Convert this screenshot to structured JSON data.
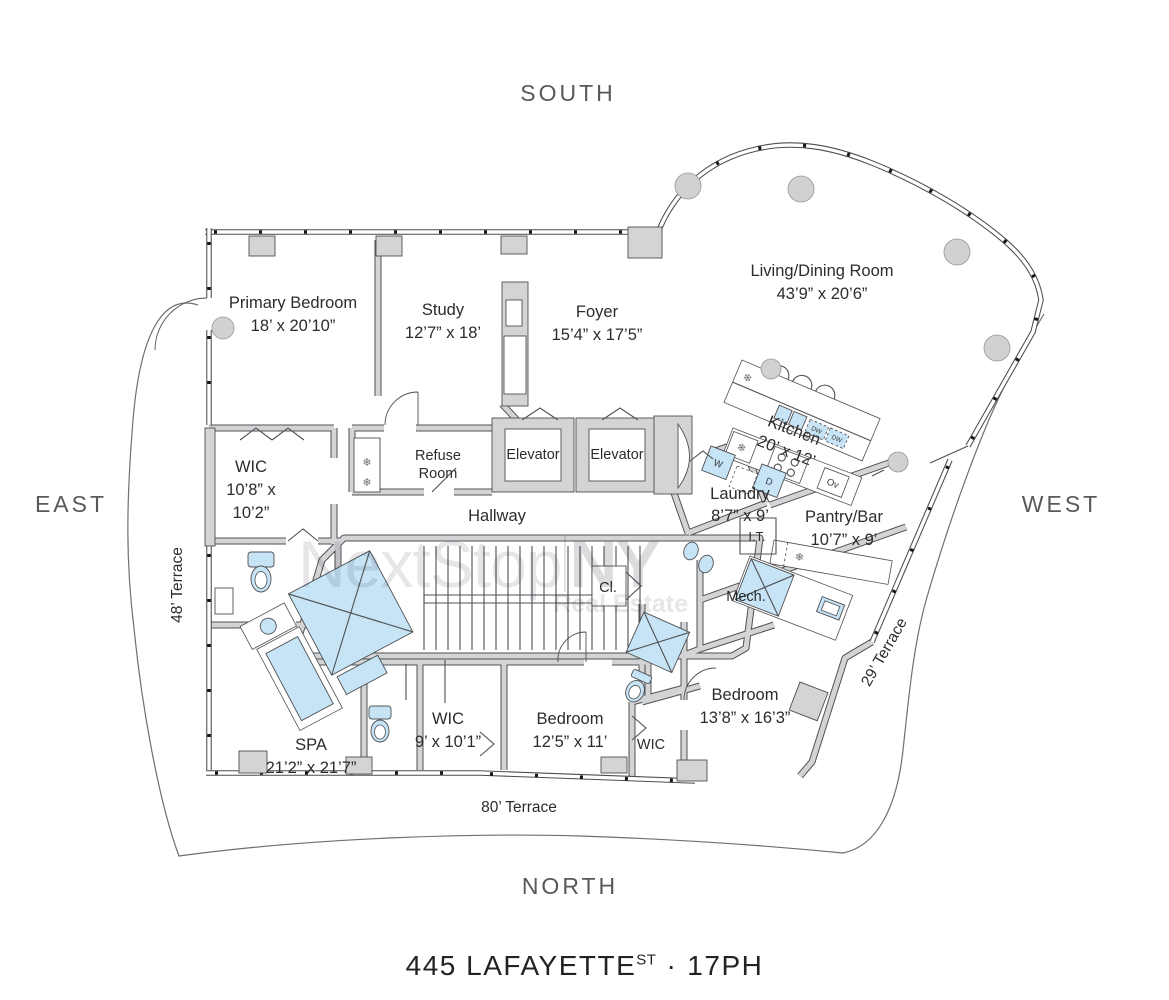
{
  "title": {
    "address": "445 LAFAYETTE",
    "suffix": "ST",
    "separator": "·",
    "unit": "17PH"
  },
  "compass": {
    "south": "SOUTH",
    "north": "NORTH",
    "east": "EAST",
    "west": "WEST"
  },
  "watermark": {
    "brand_main": "NextStop",
    "brand_accent": "NY",
    "tagline": "Real Estate"
  },
  "terraces": {
    "west": "48’ Terrace",
    "east": "29’ Terrace",
    "north": "80’ Terrace"
  },
  "rooms": {
    "primary_bedroom": {
      "name": "Primary Bedroom",
      "dims": "18’ x 20’10”"
    },
    "study": {
      "name": "Study",
      "dims": "12’7” x 18’"
    },
    "foyer": {
      "name": "Foyer",
      "dims": "15’4” x 17’5”"
    },
    "living_dining": {
      "name": "Living/Dining Room",
      "dims": "43’9” x 20’6”"
    },
    "kitchen": {
      "name": "Kitchen",
      "dims": "20’ x 12’"
    },
    "wic_primary": {
      "name": "WIC",
      "dims_line1": "10’8” x",
      "dims_line2": "10’2”"
    },
    "refuse": {
      "line1": "Refuse",
      "line2": "Room"
    },
    "elevator_left": "Elevator",
    "elevator_right": "Elevator",
    "hallway": "Hallway",
    "laundry": {
      "name": "Laundry",
      "dims": "8’7” x 9’"
    },
    "pantry_bar": {
      "name": "Pantry/Bar",
      "dims": "10’7” x 9’"
    },
    "it_closet": "I.T.",
    "mech": "Mech.",
    "closet": "Cl.",
    "spa": {
      "name": "SPA",
      "dims": "21’2” x 21’7”"
    },
    "wic_small": {
      "name": "WIC",
      "dims": "9’ x 10’1”"
    },
    "bedroom_small": {
      "name": "Bedroom",
      "dims": "12’5” x 11’"
    },
    "wic_bedroom": "WIC",
    "bedroom_large": {
      "name": "Bedroom",
      "dims": "13’8” x 16’3”"
    }
  },
  "appliances": {
    "washer": "W",
    "dryer": "D",
    "dishwasher1": "DW",
    "dishwasher2": "DW",
    "oven": "Ov"
  },
  "icons": {
    "snowflake": "❄"
  },
  "colors": {
    "wall": "#d3d4d6",
    "line": "#4f5053",
    "fixture_blue": "#c6e4f5",
    "text": "#2c2c2e",
    "compass_text": "#58595b",
    "watermark": "#e6e6e8",
    "lot_line": "#6e6f71"
  }
}
